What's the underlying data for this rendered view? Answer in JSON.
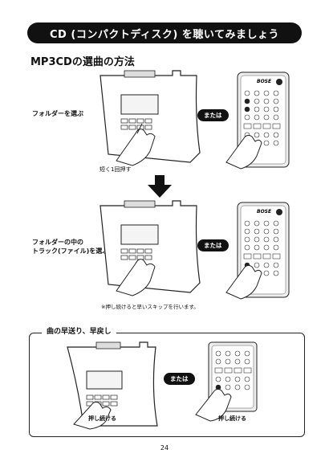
{
  "header": {
    "title": "CD (コンパクトディスク) を聴いてみましょう"
  },
  "mp3": {
    "title": "MP3CDの選曲の方法",
    "step1": {
      "label": "フォルダーを選ぶ",
      "or": "または",
      "note": "短く1回押す"
    },
    "step2": {
      "label_line1": "フォルダーの中の",
      "label_line2": "トラック(ファイル)を選ぶ",
      "or": "または",
      "note": "※押し続けると早いスキップを行います。"
    }
  },
  "skip": {
    "title": "曲の早送り、早戻し",
    "or": "または",
    "press_left": "押し続ける",
    "press_right": "押し続ける"
  },
  "remote": {
    "brand": "BOSE"
  },
  "page": {
    "number": "24"
  }
}
